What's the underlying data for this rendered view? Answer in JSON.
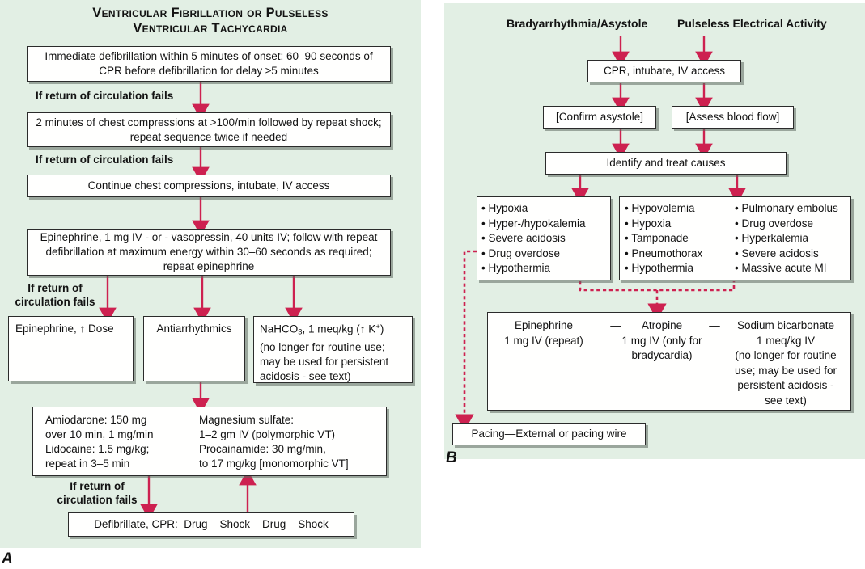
{
  "colors": {
    "panel_bg": "#e2efe4",
    "arrow_red": "#cd2150",
    "box_border": "#2b2b2b"
  },
  "panel_a": {
    "label": "A",
    "title_line1": "Ventricular Fibrillation or Pulseless",
    "title_line2": "Ventricular Tachycardia",
    "box_immediate": "Immediate defibrillation within 5 minutes of onset; 60–90 seconds of CPR before defibrillation for delay ≥5 minutes",
    "label_fail_1": "If return of circulation fails",
    "box_compressions": "2 minutes of chest compressions at >100/min followed by repeat shock; repeat sequence twice if needed",
    "label_fail_2": "If return of circulation fails",
    "box_continue": "Continue chest compressions, intubate, IV access",
    "box_epinephrine": "Epinephrine, 1 mg IV - or - vasopressin, 40 units IV; follow with repeat defibrillation at maximum energy within 30–60 seconds as required; repeat epinephrine",
    "label_fail_3_line1": "If return of",
    "label_fail_3_line2": "circulation fails",
    "box_epi_dose": "Epinephrine, ↑ Dose",
    "box_antiarrhythmics": "Antiarrhythmics",
    "box_nahco3": {
      "pre": "NaHCO",
      "sub": "3",
      "mid": ", 1 meq/kg (↑ K",
      "sup": "+",
      "post": ")",
      "line2": "(no longer for routine use;",
      "line3": "may be used for persistent",
      "line4": "acidosis - see text)"
    },
    "box_drugs_left": [
      "Amiodarone: 150 mg",
      "over 10 min, 1 mg/min",
      "Lidocaine: 1.5 mg/kg;",
      "repeat in 3–5 min"
    ],
    "box_drugs_right": [
      "Magnesium sulfate:",
      "1–2 gm IV (polymorphic VT)",
      "Procainamide: 30 mg/min,",
      "to 17 mg/kg [monomorphic VT]"
    ],
    "label_fail_4_line1": "If return of",
    "label_fail_4_line2": "circulation fails",
    "box_defibrillate": "Defibrillate, CPR:  Drug – Shock – Drug – Shock"
  },
  "panel_b": {
    "label": "B",
    "heading_brady": "Bradyarrhythmia/Asystole",
    "heading_pea": "Pulseless Electrical Activity",
    "box_cpr": "CPR, intubate, IV access",
    "box_confirm": "[Confirm asystole]",
    "box_assess": "[Assess blood flow]",
    "box_identify": "Identify and treat causes",
    "causes_asystole": [
      "Hypoxia",
      "Hyper-/hypokalemia",
      "Severe acidosis",
      "Drug overdose",
      "Hypothermia"
    ],
    "causes_pea_col1": [
      "Hypovolemia",
      "Hypoxia",
      "Tamponade",
      "Pneumothorax",
      "Hypothermia"
    ],
    "causes_pea_col2": [
      "Pulmonary embolus",
      "Drug overdose",
      "Hyperkalemia",
      "Severe acidosis",
      "Massive acute MI"
    ],
    "drug_sep": "—",
    "drug_col1": [
      "Epinephrine",
      "1 mg IV (repeat)"
    ],
    "drug_col2": [
      "Atropine",
      "1 mg IV (only for",
      "bradycardia)"
    ],
    "drug_col3": [
      "Sodium bicarbonate",
      "1 meq/kg IV",
      "(no longer for routine",
      "use; may be used for",
      "persistent acidosis -",
      "see text)"
    ],
    "box_pacing": "Pacing—External or pacing wire"
  }
}
